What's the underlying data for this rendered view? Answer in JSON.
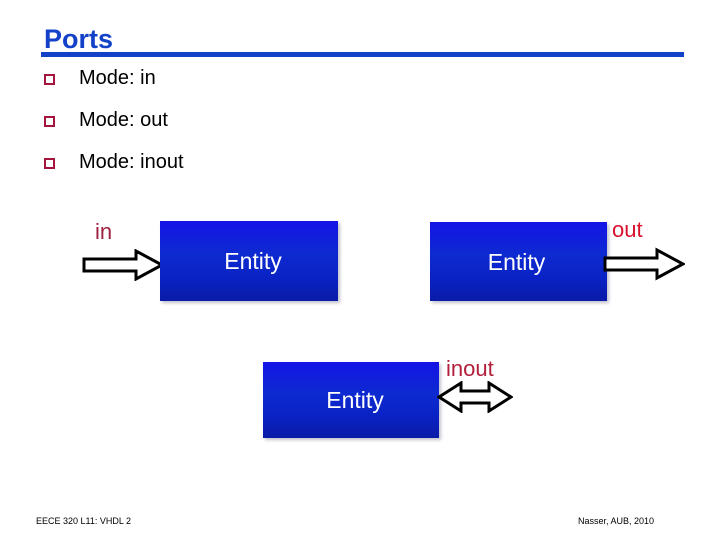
{
  "slide": {
    "title": "Ports",
    "accent_color": "#1341c8",
    "bullet_color": "#a5143c",
    "background_color": "#ffffff"
  },
  "bullets": [
    {
      "text": "Mode: in"
    },
    {
      "text": "Mode: out"
    },
    {
      "text": "Mode: inout"
    }
  ],
  "diagram": {
    "entity_label": "Entity",
    "entity_fill_top": "#1414e6",
    "entity_fill_bottom": "#0a1ba6",
    "entity_text_color": "#ffffff",
    "figures": [
      {
        "id": "in",
        "port_label": "in",
        "port_label_color": "#9e2040",
        "entity_label": "Entity",
        "arrow_icon": "arrow-right-icon",
        "arrow_direction": "right",
        "arrow_position": "left-of-entity"
      },
      {
        "id": "out",
        "port_label": "out",
        "port_label_color": "#d8102e",
        "entity_label": "Entity",
        "arrow_icon": "arrow-right-icon",
        "arrow_direction": "right",
        "arrow_position": "right-of-entity"
      },
      {
        "id": "inout",
        "port_label": "inout",
        "port_label_color": "#b21f3c",
        "entity_label": "Entity",
        "arrow_icon": "arrow-left-right-icon",
        "arrow_direction": "both",
        "arrow_position": "right-of-entity"
      }
    ]
  },
  "footer": {
    "left": "EECE 320  L11: VHDL  2",
    "right": "Nasser, AUB, 2010"
  }
}
